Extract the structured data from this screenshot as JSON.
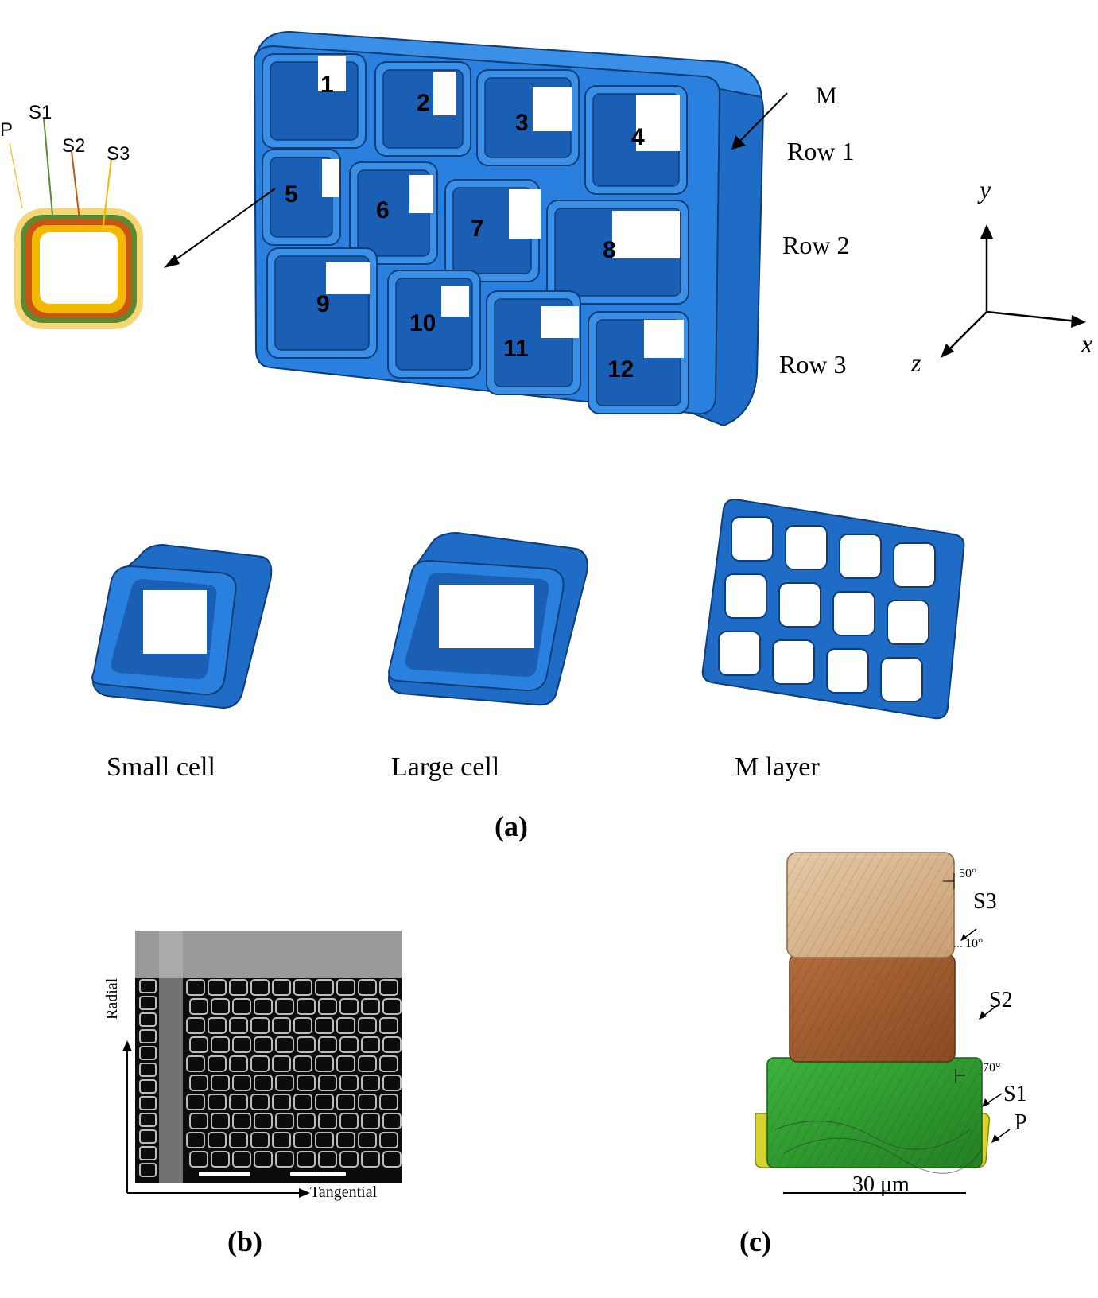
{
  "panel_a": {
    "cell_numbers": [
      "1",
      "2",
      "3",
      "4",
      "5",
      "6",
      "7",
      "8",
      "9",
      "10",
      "11",
      "12"
    ],
    "row_labels": [
      "Row 1",
      "Row 2",
      "Row 3"
    ],
    "middle_lamella_label": "M",
    "axes": {
      "x": "x",
      "y": "y",
      "z": "z"
    },
    "layer_legend": [
      "P",
      "S1",
      "S2",
      "S3"
    ],
    "component_labels": [
      "Small cell",
      "Large cell",
      "M layer"
    ],
    "caption": "(a)",
    "colors": {
      "block": "#2a7fdc",
      "block_dark": "#1b5fb0",
      "P": "#f7d774",
      "S1": "#5a8a34",
      "S2": "#c8560f",
      "S3": "#f5b800"
    }
  },
  "panel_b": {
    "axis_vertical": "Radial",
    "axis_horizontal": "Tangential",
    "caption": "(b)"
  },
  "panel_c": {
    "layers": [
      "S3",
      "S2",
      "S1",
      "P"
    ],
    "angles": [
      "50°",
      "10°",
      "70°"
    ],
    "scale_bar": "30 μm",
    "caption": "(c)",
    "colors": {
      "S3": "#d8b48c",
      "S2": "#a45f33",
      "S1": "#2e9a2e",
      "P": "#d6d22e"
    }
  }
}
